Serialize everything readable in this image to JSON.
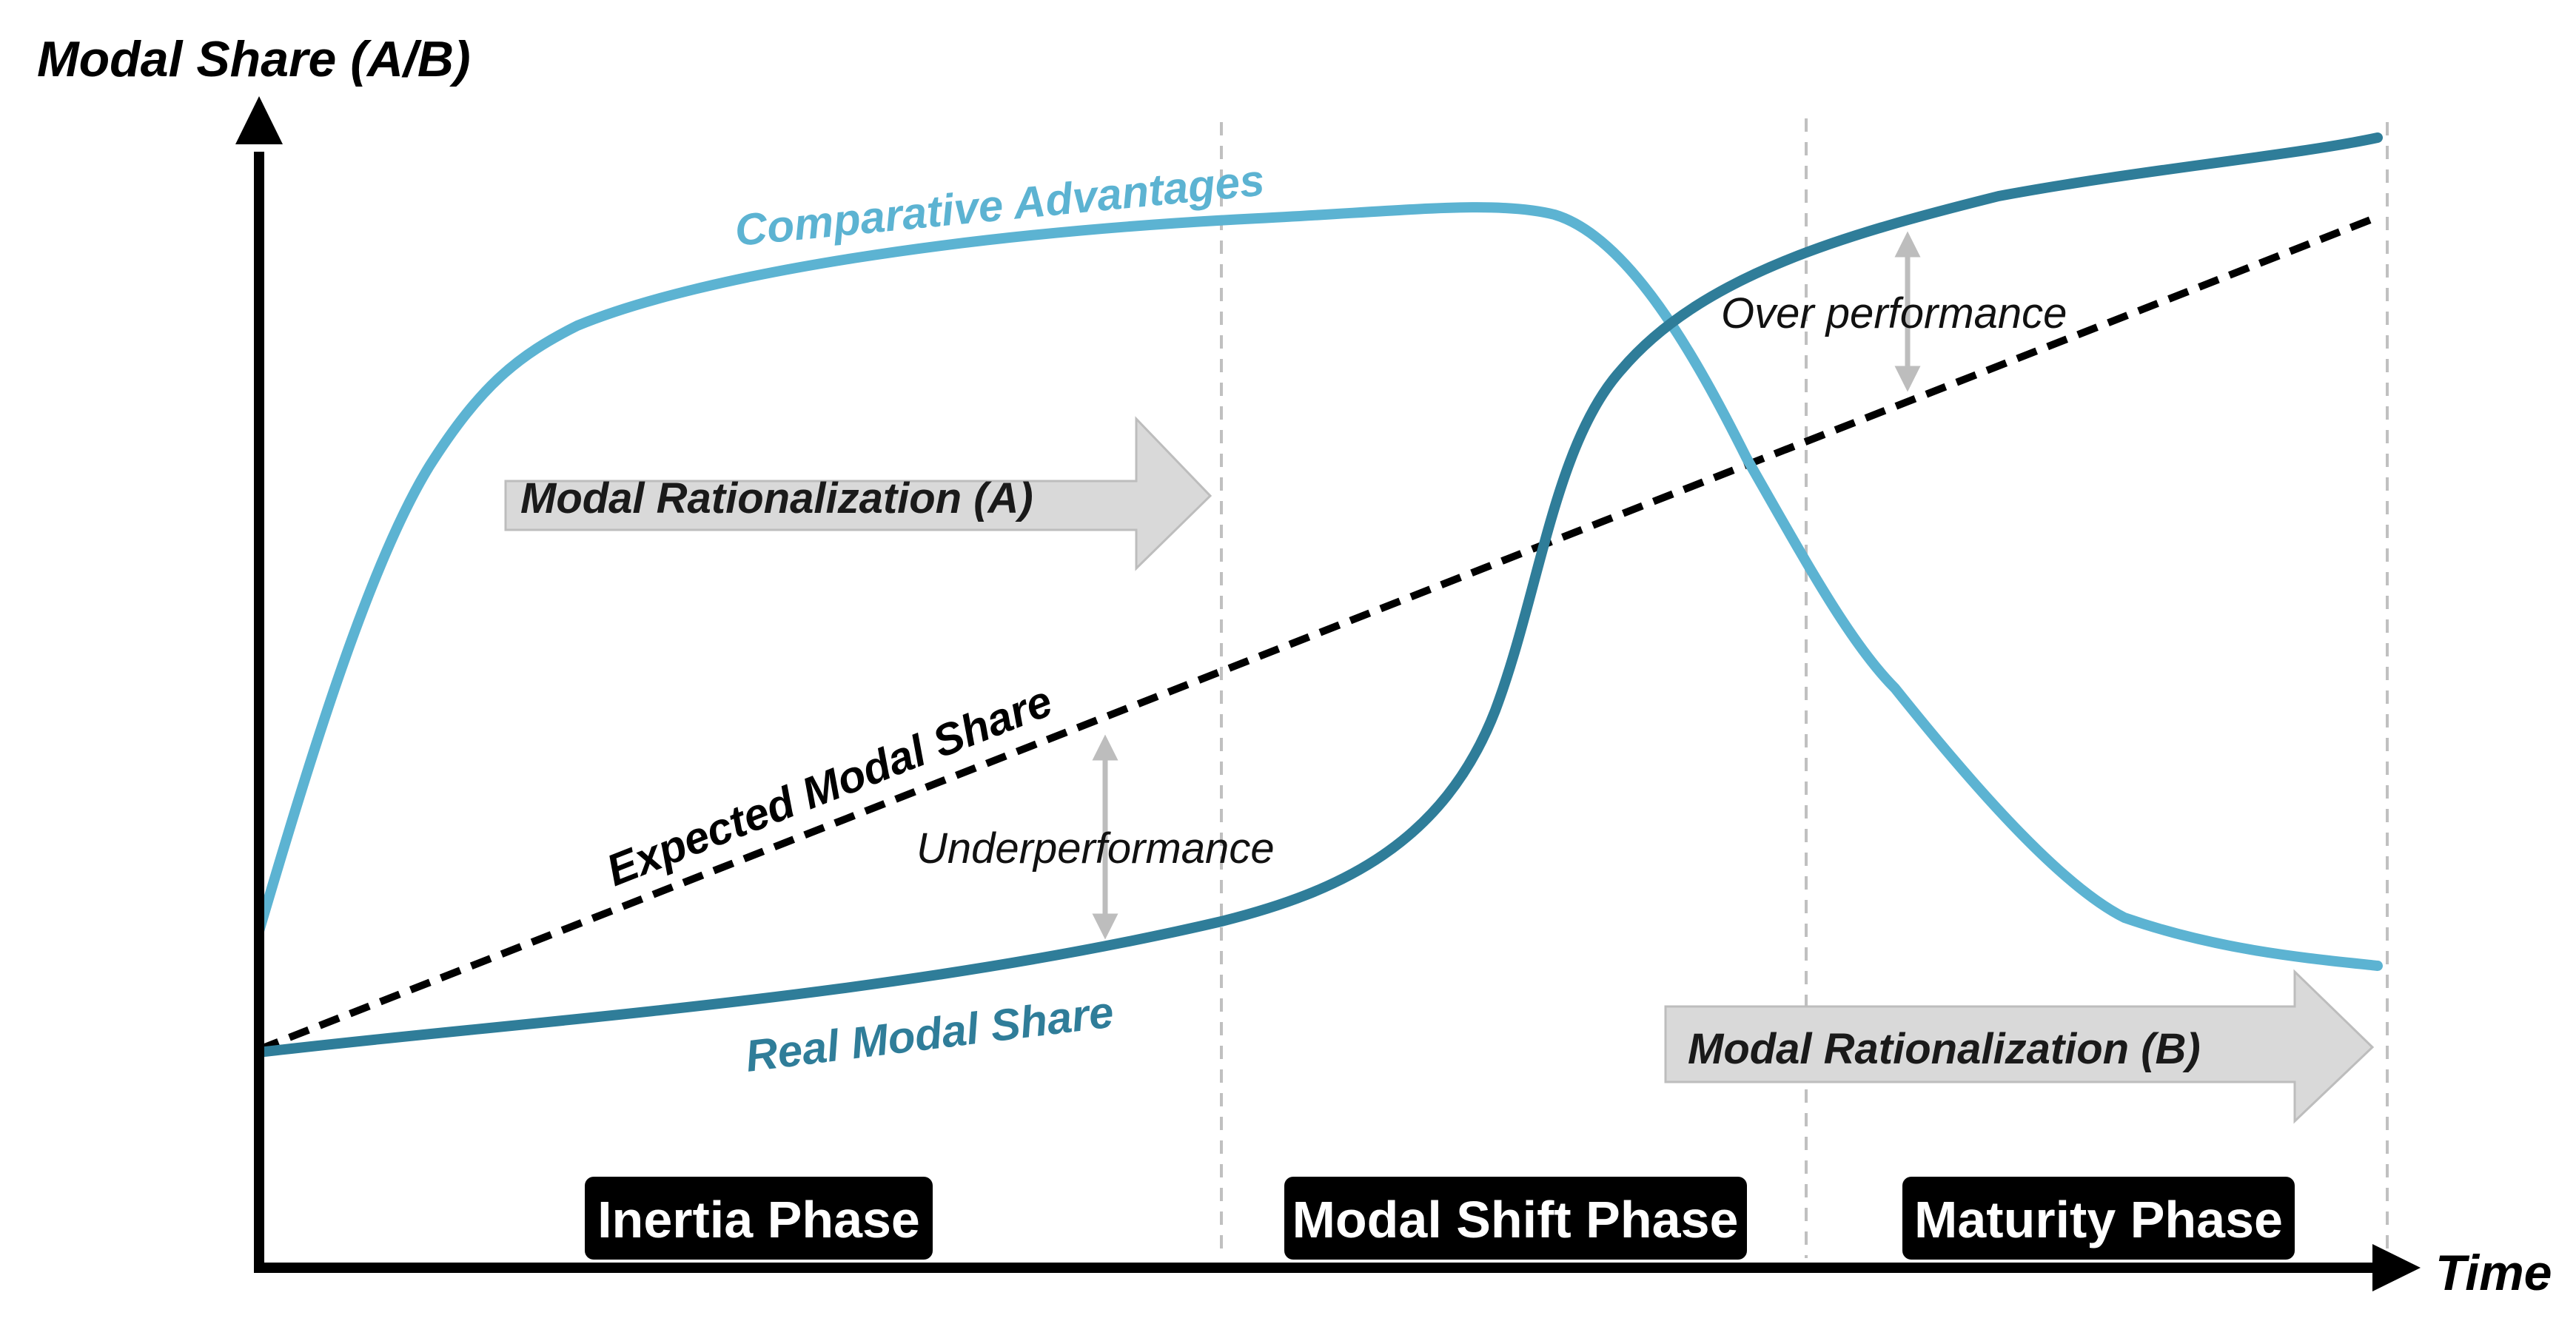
{
  "axes": {
    "y_label": "Modal Share (A/B)",
    "x_label": "Time"
  },
  "curves": {
    "comparative_advantages": {
      "label": "Comparative Advantages",
      "color": "#5cb3d2"
    },
    "real_modal_share": {
      "label": "Real Modal Share",
      "color": "#2f7d99"
    },
    "expected_modal_share": {
      "label": "Expected Modal Share",
      "color": "#000000"
    }
  },
  "annotations": {
    "underperformance": "Underperformance",
    "over_performance": "Over performance"
  },
  "arrows": {
    "rationalization_a": "Modal Rationalization (A)",
    "rationalization_b": "Modal Rationalization (B)"
  },
  "phases": [
    {
      "label": "Inertia Phase"
    },
    {
      "label": "Modal Shift Phase"
    },
    {
      "label": "Maturity Phase"
    }
  ],
  "colors": {
    "phase_box": "#000000",
    "big_arrow_fill": "#d9d9d9",
    "big_arrow_stroke": "#bdbdbd",
    "phase_divider": "#c0c0c0",
    "double_arrow": "#bdbdbd"
  }
}
